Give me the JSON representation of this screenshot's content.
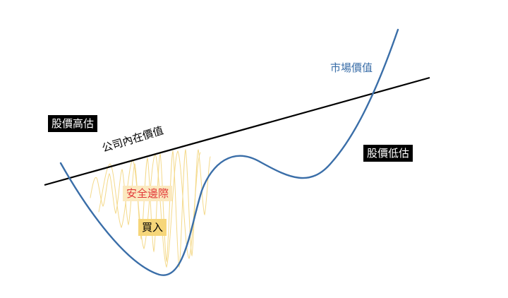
{
  "labels": {
    "market_value": "市場價值",
    "intrinsic_value": "公司內在價值",
    "overvalued": "股價高估",
    "undervalued": "股價低估",
    "margin_of_safety": "安全邊際",
    "buy": "買入"
  },
  "colors": {
    "market_curve": "#3a6ea8",
    "intrinsic_line": "#000000",
    "margin_label_text": "#e23a3a",
    "hatch": "#f4d98a",
    "margin_label_bg": "#fbe9bf",
    "buy_label_bg": "#f6d67a",
    "dark_tag_bg": "#000000",
    "dark_tag_text": "#ffffff"
  }
}
